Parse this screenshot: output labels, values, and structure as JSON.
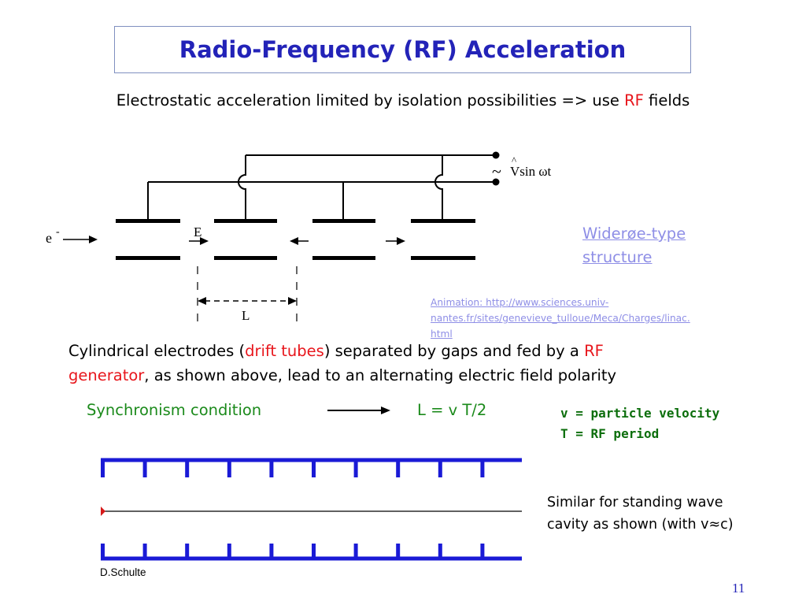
{
  "title": "Radio-Frequency (RF) Acceleration",
  "intro": {
    "before": "Electrostatic acceleration limited by isolation possibilities => use ",
    "highlight": "RF",
    "after": " fields"
  },
  "diagram": {
    "electron_label": "e",
    "electron_sup": "-",
    "field_label": "E",
    "length_label": "L",
    "voltage_tilde": "~",
    "voltage_hat": "^",
    "voltage_label": "Vsin ωt"
  },
  "wideroe_link": [
    "Widerøe-type",
    "structure"
  ],
  "animation_link": [
    "Animation: http://www.sciences.univ-",
    "nantes.fr/sites/genevieve_tulloue/Meca/Charges/linac.",
    "html"
  ],
  "paragraph": {
    "p1": "Cylindrical electrodes (",
    "drift_tubes": "drift tubes",
    "p2": ") separated by gaps and fed by a ",
    "rf": "RF",
    "generator": "generator",
    "p3": ", as shown above, lead to an alternating electric field polarity"
  },
  "synchronism": {
    "label": "Synchronism condition",
    "formula": "L = v T/2"
  },
  "definitions": [
    "v = particle velocity",
    "T = RF period"
  ],
  "standing_wave": [
    "Similar for standing wave",
    "cavity as shown (with v≈c)"
  ],
  "author": "D.Schulte",
  "page_number": "11",
  "colors": {
    "title": "#2323b8",
    "accent_red": "#e8161c",
    "green": "#1b8a1b",
    "cavity_blue": "#1a1ad6",
    "link": "#8e8ee6"
  }
}
